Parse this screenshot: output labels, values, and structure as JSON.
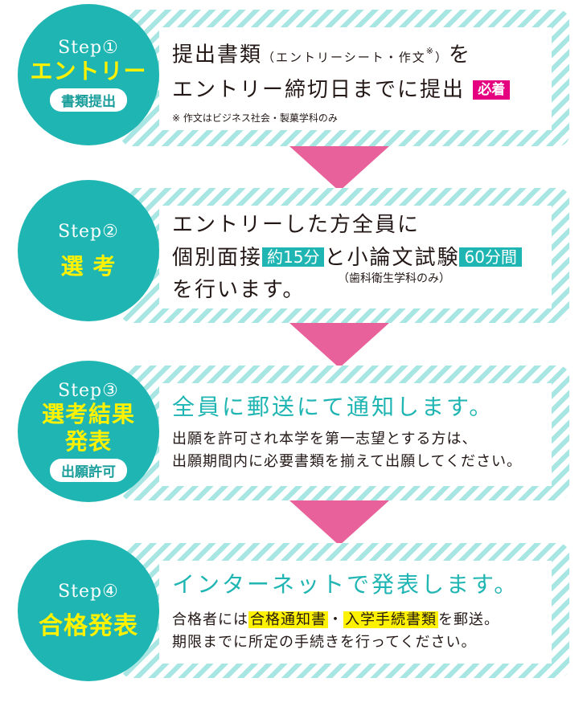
{
  "steps": [
    {
      "label": "Step①",
      "title": "エントリー",
      "pill": "書類提出",
      "line1_pre": "提出書類",
      "line1_paren": "（エントリーシート・作文",
      "line1_mark": "※",
      "line1_paren_close": "）",
      "line1_post": "を",
      "line2_text": "エントリー締切日までに提出",
      "line2_tag": "必着",
      "note": "※ 作文はビジネス社会・製菓学科のみ"
    },
    {
      "label": "Step②",
      "title": "選 考",
      "line1": "エントリーした方全員に",
      "line2_a": "個別面接",
      "tag1": "約15分",
      "line2_b": "と小論文試験",
      "tag2": "60分間",
      "line3": "を行います。",
      "sub_note": "（歯科衛生学科のみ）"
    },
    {
      "label": "Step③",
      "title_line1": "選考結果",
      "title_line2": "発表",
      "pill": "出願許可",
      "headline": "全員に郵送にて通知します。",
      "body1": "出願を許可され本学を第一志望とする方は、",
      "body2": "出願期間内に必要書類を揃えて出願してください。"
    },
    {
      "label": "Step④",
      "title": "合格発表",
      "headline": "インターネットで発表します。",
      "body1_a": "合格者には",
      "hl1": "合格通知書",
      "body1_sep": "・",
      "hl2": "入学手続書類",
      "body1_b": "を郵送。",
      "body2": "期限までに所定の手続きを行ってください。"
    }
  ],
  "colors": {
    "teal": "#1fb5b3",
    "stripe": "#a8e6e3",
    "yellow": "#fff200",
    "pink": "#e4007f",
    "arrow": "#e9619a"
  }
}
